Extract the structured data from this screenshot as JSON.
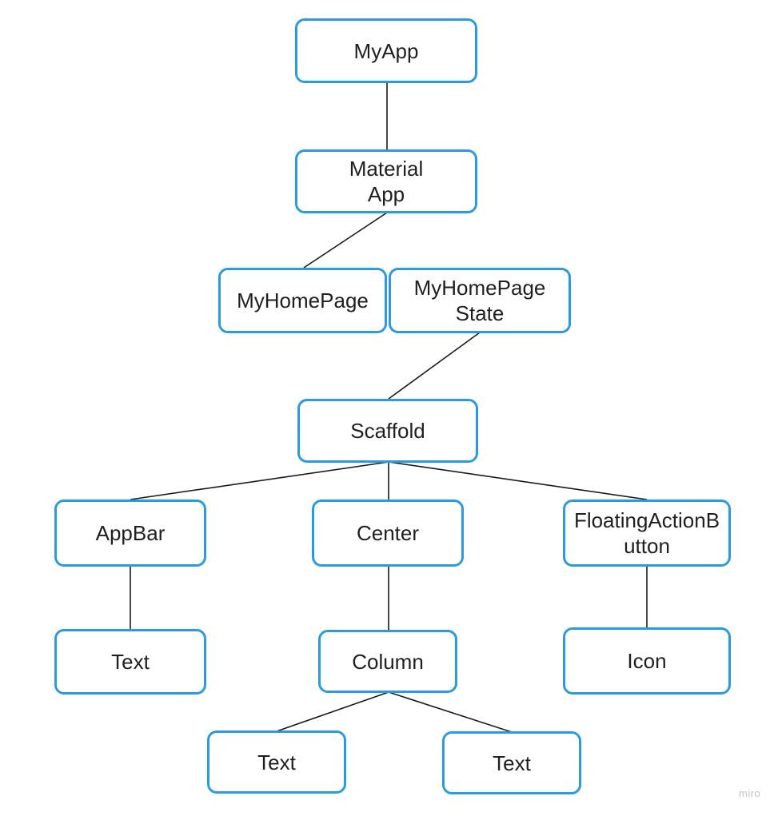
{
  "nodes": {
    "myapp": "MyApp",
    "material_app": "Material\nApp",
    "my_home_page": "MyHomePage",
    "my_home_page_state": "MyHomePage\nState",
    "scaffold": "Scaffold",
    "app_bar": "AppBar",
    "center": "Center",
    "floating_action_button": "FloatingActionB\nutton",
    "app_bar_text": "Text",
    "column": "Column",
    "icon": "Icon",
    "column_text_left": "Text",
    "column_text_right": "Text"
  },
  "colors": {
    "node_border": "#2b9ae0",
    "edge": "#1a1a1a"
  },
  "watermark": "miro"
}
